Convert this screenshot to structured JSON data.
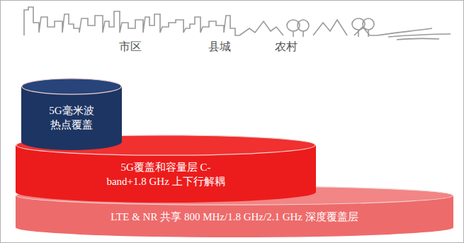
{
  "diagram": {
    "nodes": [
      {
        "text": [
          "5G毫米波 热点覆盖"
        ]
      },
      {
        "text": [
          "5G覆盖和容量层 C-band+1.8 GHz 上下行解耦"
        ]
      },
      {
        "text": [
          "LTE & NR 共享 800 MHz/1.8 GHz/2.1 GHz 深度覆盖层"
        ]
      }
    ],
    "labels": [
      "市区",
      "县城",
      "农村"
    ]
  }
}
